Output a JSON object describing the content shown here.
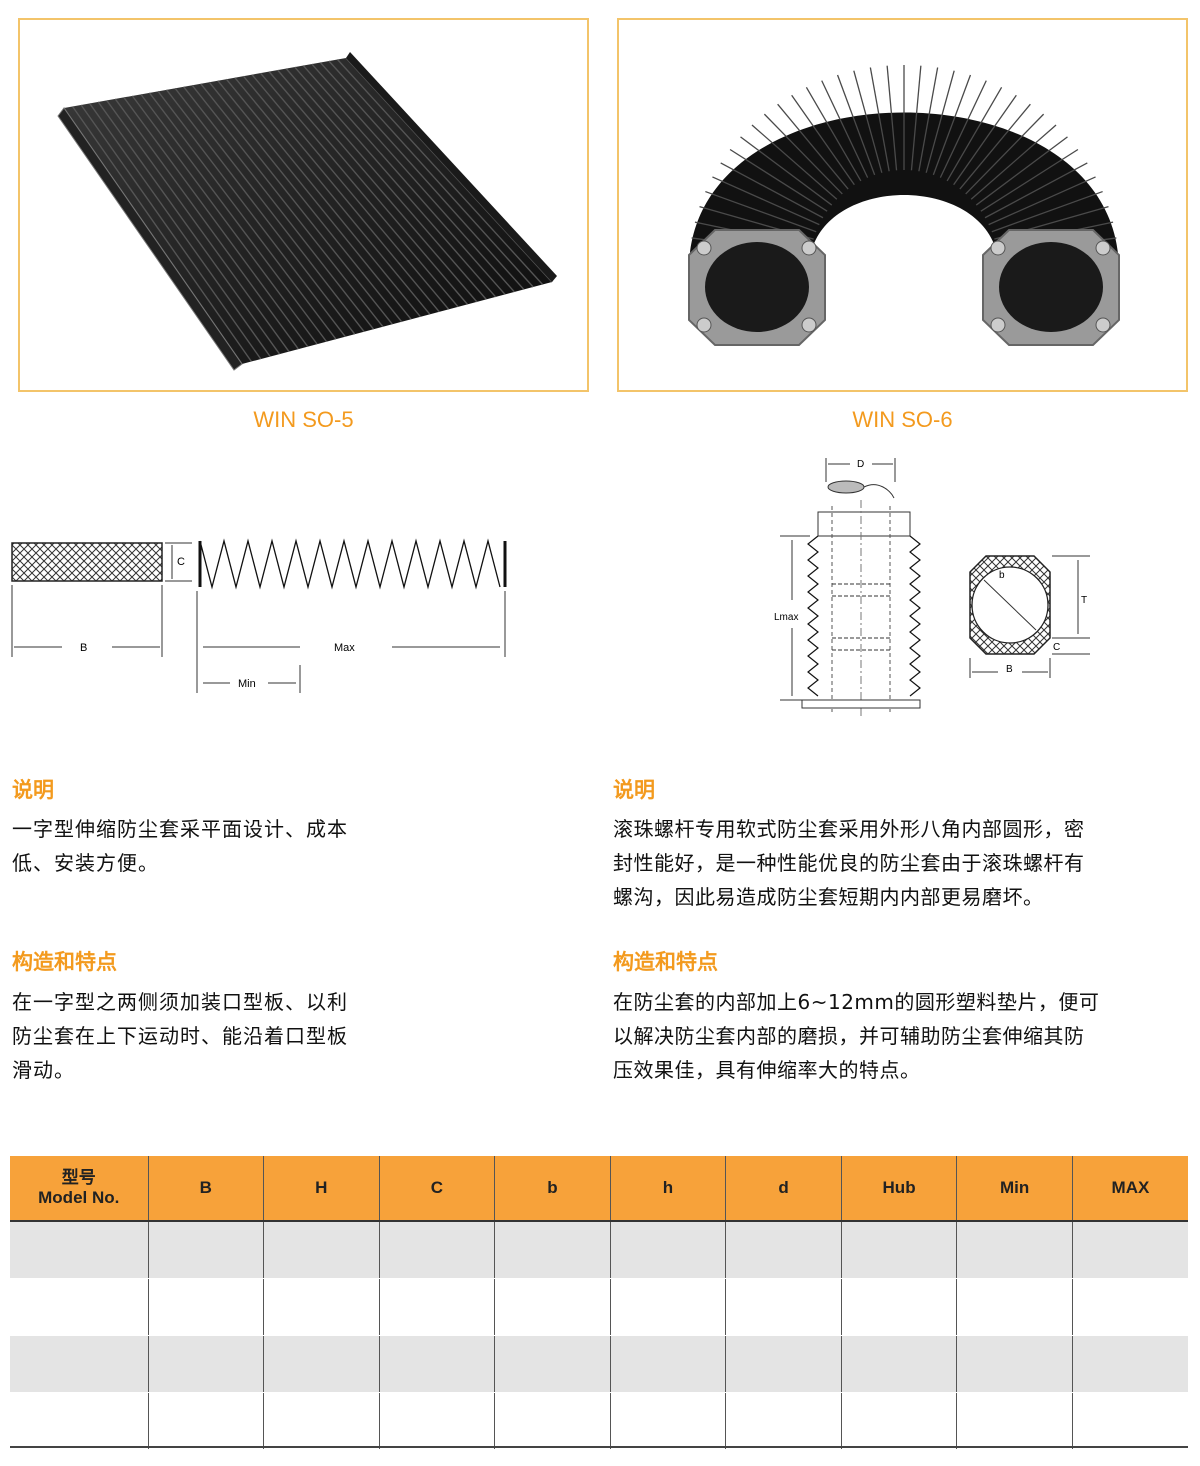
{
  "products": [
    {
      "caption": "WIN SO-5",
      "diagram_labels": {
        "c": "C",
        "b": "B",
        "max": "Max",
        "min": "Min"
      },
      "description_heading": "说明",
      "description_lines": [
        "一字型伸缩防尘套采平面设计、成本",
        "低、安装方便。"
      ],
      "features_heading": "构造和特点",
      "features_lines": [
        "在一字型之两侧须加装口型板、以利",
        "防尘套在上下运动时、能沿着口型板",
        "滑动。"
      ]
    },
    {
      "caption": "WIN SO-6",
      "diagram_labels": {
        "d": "D",
        "lmax": "Lmax",
        "b_small": "b",
        "t": "T",
        "c": "C",
        "b": "B"
      },
      "description_heading": "说明",
      "description_lines": [
        "滚珠螺杆专用软式防尘套采用外形八角内部圆形，密",
        "封性能好，是一种性能优良的防尘套由于滚珠螺杆有",
        "螺沟，因此易造成防尘套短期内内部更易磨坏。"
      ],
      "features_heading": "构造和特点",
      "features_lines": [
        "在防尘套的内部加上6~12mm的圆形塑料垫片，便可",
        "以解决防尘套内部的磨损，并可辅助防尘套伸缩其防",
        "压效果佳，具有伸缩率大的特点。"
      ]
    }
  ],
  "table": {
    "header_model_cn": "型号",
    "header_model_en": "Model No.",
    "columns": [
      "B",
      "H",
      "C",
      "b",
      "h",
      "d",
      "Hub",
      "Min",
      "MAX"
    ],
    "rows": [
      [
        "",
        "",
        "",
        "",
        "",
        "",
        "",
        "",
        "",
        ""
      ],
      [
        "",
        "",
        "",
        "",
        "",
        "",
        "",
        "",
        "",
        ""
      ],
      [
        "",
        "",
        "",
        "",
        "",
        "",
        "",
        "",
        "",
        ""
      ],
      [
        "",
        "",
        "",
        "",
        "",
        "",
        "",
        "",
        "",
        ""
      ]
    ]
  },
  "colors": {
    "accent": "#f39a1e",
    "frame": "#f3c46a",
    "table_header": "#f7a23a",
    "row_shade": "#e4e4e4"
  }
}
